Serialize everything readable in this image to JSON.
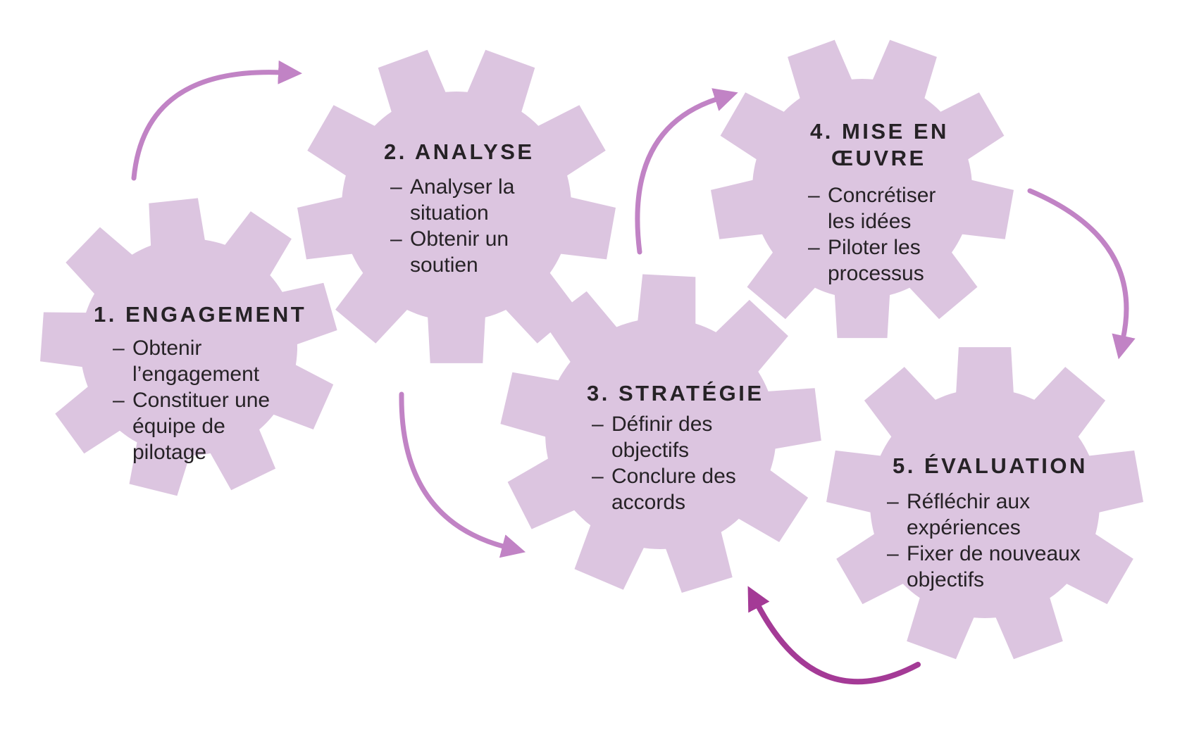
{
  "colors": {
    "gear_fill": "#dcc5e0",
    "arrow_light": "#c183c5",
    "arrow_dark": "#a43a96",
    "text": "#262226"
  },
  "bullet_dash": "–",
  "gears": [
    {
      "title_lines": [
        "1. ENGAGEMENT"
      ],
      "bullets": [
        {
          "lines": [
            "Obtenir",
            "l’engagement"
          ]
        },
        {
          "lines": [
            "Constituer une",
            "équipe de",
            "pilotage"
          ]
        }
      ]
    },
    {
      "title_lines": [
        "2. ANALYSE"
      ],
      "bullets": [
        {
          "lines": [
            "Analyser la",
            "situation"
          ]
        },
        {
          "lines": [
            "Obtenir un",
            "soutien"
          ]
        }
      ]
    },
    {
      "title_lines": [
        "3. STRATÉGIE"
      ],
      "bullets": [
        {
          "lines": [
            "Définir des",
            "objectifs"
          ]
        },
        {
          "lines": [
            "Conclure des",
            "accords"
          ]
        }
      ]
    },
    {
      "title_lines": [
        "4. MISE EN",
        "ŒUVRE"
      ],
      "bullets": [
        {
          "lines": [
            "Concrétiser",
            "les idées"
          ]
        },
        {
          "lines": [
            "Piloter les",
            "processus"
          ]
        }
      ]
    },
    {
      "title_lines": [
        "5. ÉVALUATION"
      ],
      "bullets": [
        {
          "lines": [
            "Réfléchir aux",
            "expériences"
          ]
        },
        {
          "lines": [
            "Fixer de nouveaux",
            "objectifs"
          ]
        }
      ]
    }
  ]
}
